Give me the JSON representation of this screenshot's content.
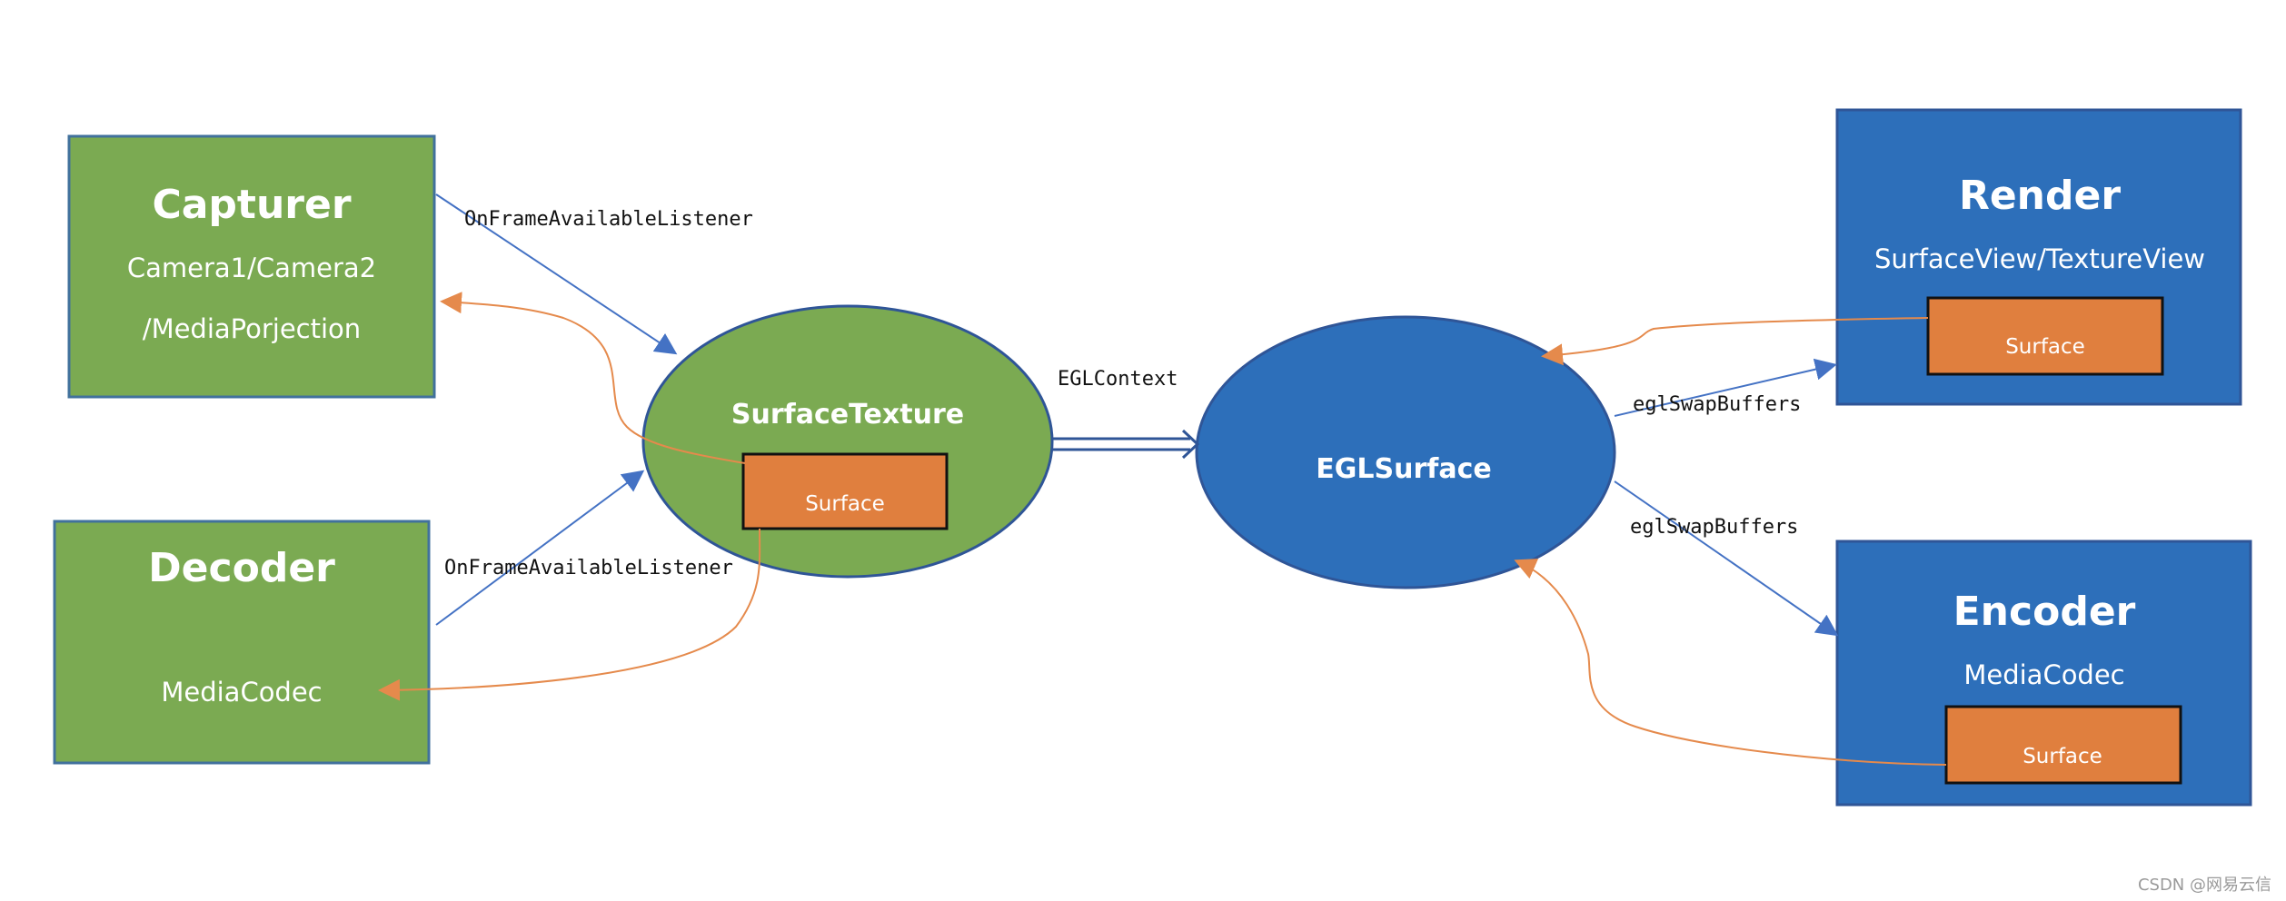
{
  "colors": {
    "green": "#7BAA52",
    "green_border": "#41719C",
    "blue": "#2D6FBA",
    "blue_border": "#2F5597",
    "orange": "#E07F3E",
    "orange_line": "#E58A4C",
    "blue_line": "#4472C4",
    "text_light": "#FFFFFF",
    "text_dark": "#111111"
  },
  "nodes": {
    "capturer": {
      "title": "Capturer",
      "line1": "Camera1/Camera2",
      "line2": "/MediaPorjection"
    },
    "decoder": {
      "title": "Decoder",
      "line1": "MediaCodec"
    },
    "surface_texture": {
      "title": "SurfaceTexture",
      "surface": "Surface"
    },
    "egl_surface": {
      "title": "EGLSurface"
    },
    "render": {
      "title": "Render",
      "line1": "SurfaceView/TextureView",
      "surface": "Surface"
    },
    "encoder": {
      "title": "Encoder",
      "line1": "MediaCodec",
      "surface": "Surface"
    }
  },
  "edges": {
    "capturer_listener": "OnFrameAvailableListener",
    "decoder_listener": "OnFrameAvailableListener",
    "egl_context": "EGLContext",
    "swap_render": "eglSwapBuffers",
    "swap_encoder": "eglSwapBuffers"
  },
  "watermark": "CSDN @网易云信"
}
